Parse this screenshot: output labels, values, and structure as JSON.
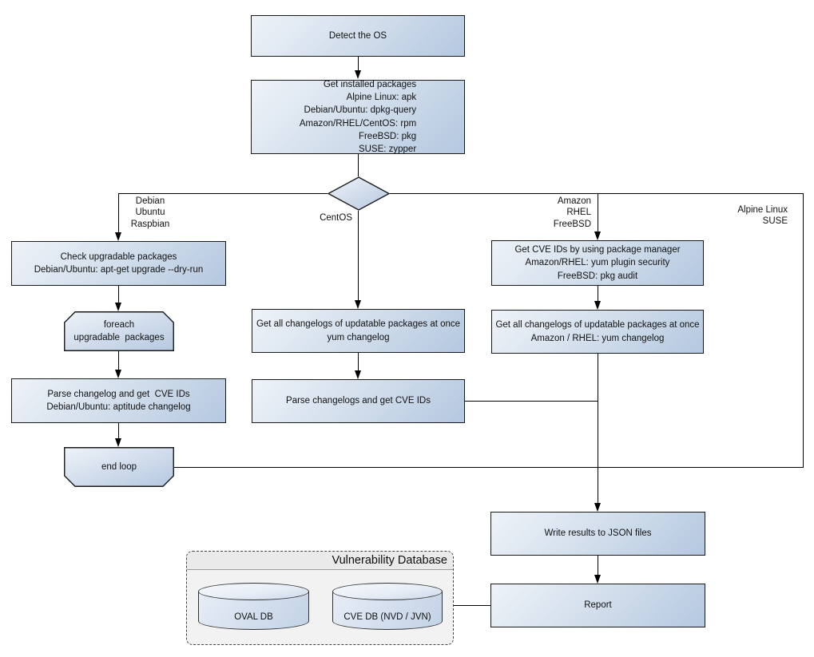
{
  "colors": {
    "node_fill_light": "#eff3f9",
    "node_fill_dark": "#b5c8e0",
    "node_border": "#1a1a1a",
    "connector": "#000000",
    "text": "#111111",
    "db_panel_fill": "#f2f2f2",
    "db_header_fill": "#eaeaea",
    "db_panel_border": "#444444",
    "cylinder_fill_light": "#e7edf6",
    "cylinder_fill_dark": "#c2d2e6",
    "cylinder_border": "#333333"
  },
  "nodes": {
    "detect_os": "Detect the OS",
    "get_installed_packages": "Get installed packages\nAlpine Linux: apk\nDebian/Ubuntu: dpkg-query\nAmazon/RHEL/CentOS: rpm\nFreeBSD: pkg\nSUSE: zypper",
    "check_upgradable": "Check upgradable packages\nDebian/Ubuntu: apt-get upgrade --dry-run",
    "foreach_loop": "foreach\nupgradable  packages",
    "parse_changelog_deb": "Parse changelog and get  CVE IDs\nDebian/Ubuntu: aptitude changelog",
    "end_loop": "end loop",
    "get_changelogs_centos": "Get all changelogs of updatable packages at once\nyum changelog",
    "parse_changelogs_centos": "Parse changelogs and get CVE IDs",
    "get_cve_ids_pkg_mgr": "Get CVE IDs by using package manager\nAmazon/RHEL: yum plugin security\nFreeBSD: pkg audit",
    "get_changelogs_amazon": "Get all changelogs of updatable packages at once\nAmazon / RHEL: yum changelog",
    "write_results": "Write results to JSON files",
    "report": "Report"
  },
  "branch_labels": {
    "left": "Debian\nUbuntu\nRaspbian",
    "center": "CentOS",
    "right": "Amazon\nRHEL\nFreeBSD",
    "far_right": "Alpine Linux\nSUSE"
  },
  "database": {
    "title": "Vulnerability Database",
    "oval_db": "OVAL DB",
    "cve_db": "CVE DB (NVD / JVN)"
  }
}
